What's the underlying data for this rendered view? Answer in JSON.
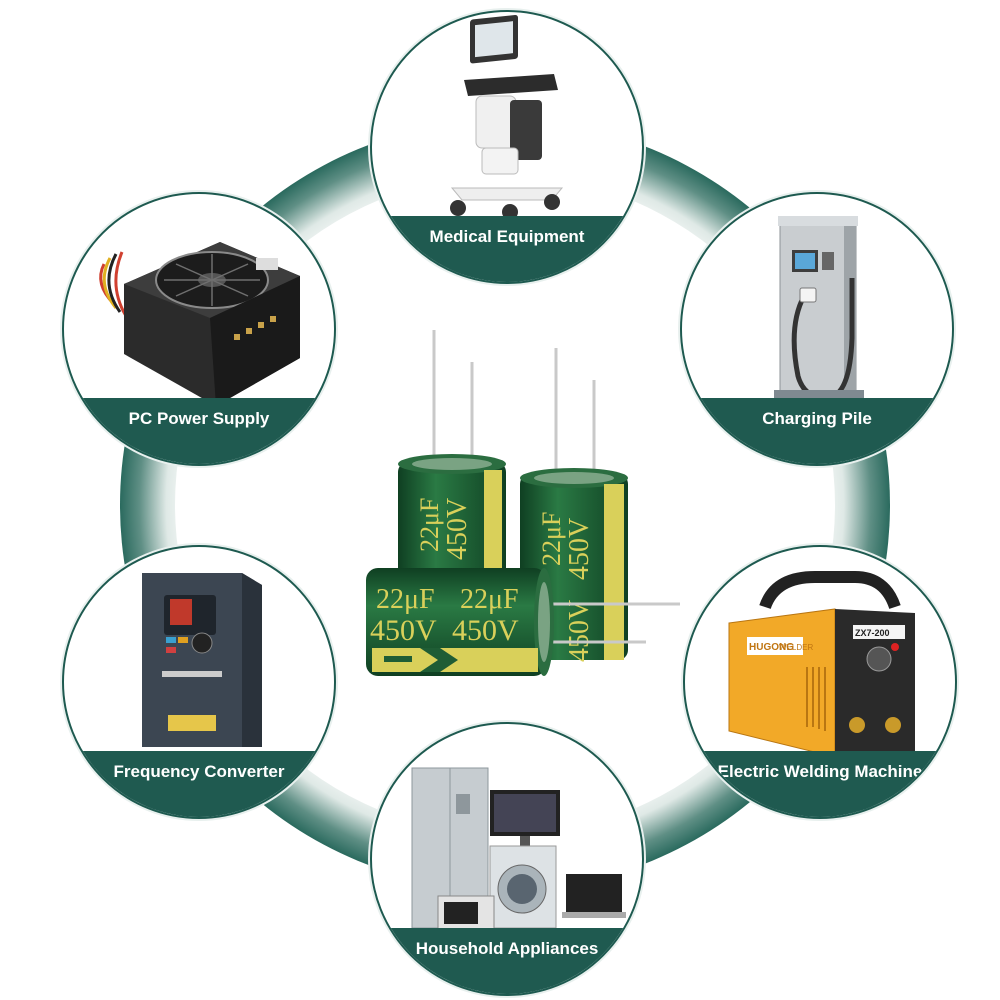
{
  "colors": {
    "ring": "#2f6e62",
    "band": "#1f5a50",
    "cap_green": "#1f5d35",
    "cap_yellow": "#d9d05a"
  },
  "applications": [
    {
      "id": "medical",
      "label": "Medical Equipment",
      "icon": "ultrasound-cart-icon"
    },
    {
      "id": "charging",
      "label": "Charging Pile",
      "icon": "ev-charger-icon"
    },
    {
      "id": "welding",
      "label": "Electric Welding Machine",
      "icon": "welding-machine-icon"
    },
    {
      "id": "household",
      "label": "Household Appliances",
      "icon": "appliances-icon"
    },
    {
      "id": "frequency",
      "label": "Frequency Converter",
      "icon": "inverter-icon"
    },
    {
      "id": "psu",
      "label": "PC Power Supply",
      "icon": "power-supply-icon"
    }
  ],
  "capacitor": {
    "capacitance": "22μF",
    "voltage": "450V"
  },
  "devices": {
    "welder_brand": "HUGONG",
    "welder_sub": "WELDER",
    "welder_model": "ZX7-200"
  }
}
